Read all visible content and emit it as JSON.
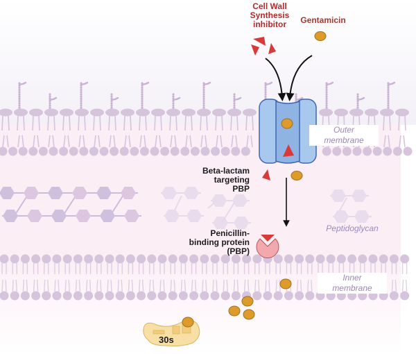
{
  "figure": {
    "title": "Gentamicin and cell wall synthesis inhibitor mechanism across bacterial envelope",
    "colors": {
      "extracellular_bg": "#f4f1f8",
      "periplasm_bg": "#fbeef5",
      "membrane_lipid": "#d6c4dc",
      "lps_chain": "#c9b3d3",
      "porin_outer": "#a9c8ee",
      "porin_inner": "#8fb3e2",
      "porin_stroke": "#3f66b3",
      "gentamicin": "#dc9b2a",
      "inhibitor": "#d83a3a",
      "pbp": "#f2a8ad",
      "ribosome": "#f7dfa6",
      "peptidoglycan_dark": "#cfc0de",
      "peptidoglycan_light": "#e9dcec"
    }
  },
  "labels": {
    "inhibitor": [
      "Cell Wall",
      "Synthesis",
      "inhibitor"
    ],
    "gentamicin": "Gentamicin",
    "beta_lactam": [
      "Beta-lactam",
      "targeting",
      "PBP"
    ],
    "pbp": [
      "Penicillin-",
      "binding protein",
      "(PBP)"
    ],
    "outer_membrane": [
      "Outer",
      "membrane"
    ],
    "inner_membrane": [
      "Inner",
      "membrane"
    ],
    "peptidoglycan": "Peptidoglycan",
    "ribosome": "30s"
  },
  "icons": {
    "inhibitor": "red-triangle",
    "gentamicin": "orange-circle",
    "porin": "blue-channel",
    "pbp": "pink-pacman",
    "ribosome": "30s-subunit"
  }
}
